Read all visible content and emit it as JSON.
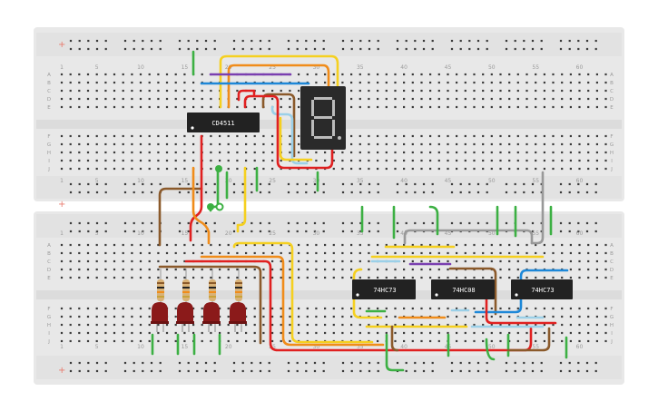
{
  "colors": {
    "board": "#e8e8e8",
    "hole": "#3a3a3a",
    "rail_plus": "#e87b6e",
    "chip": "#222222",
    "display": "#2a2a2a",
    "led": "#8b1a1a",
    "resistor": "#d9b277",
    "wire_red": "#e02020",
    "wire_yellow": "#f5d020",
    "wire_green": "#3cb043",
    "wire_blue": "#1e88d8",
    "wire_purple": "#7a3fb0",
    "wire_brown": "#8b5a2b",
    "wire_orange": "#f08c1a",
    "wire_gray": "#999999",
    "wire_lightblue": "#9bd0e8"
  },
  "board": {
    "column_numbers": [
      "1",
      "5",
      "10",
      "15",
      "20",
      "25",
      "30",
      "35",
      "40",
      "45",
      "50",
      "55",
      "60"
    ],
    "row_letters_top": [
      "A",
      "B",
      "C",
      "D",
      "E"
    ],
    "row_letters_bottom": [
      "F",
      "G",
      "H",
      "I",
      "J"
    ],
    "rail_plus_symbol": "+"
  },
  "chips": [
    {
      "label": "CD4511"
    },
    {
      "label": "74HC73"
    },
    {
      "label": "74HC08"
    },
    {
      "label": "74HC73"
    }
  ],
  "display": {
    "digit": "8."
  },
  "leds": [
    {
      "name": "led-1"
    },
    {
      "name": "led-2"
    },
    {
      "name": "led-3"
    },
    {
      "name": "led-4"
    }
  ]
}
